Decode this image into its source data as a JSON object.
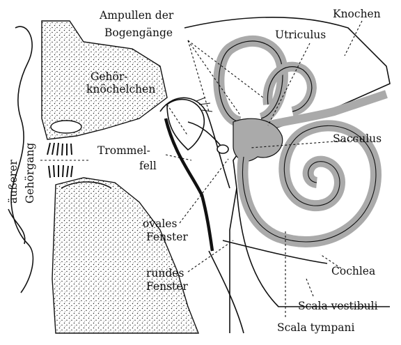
{
  "labels": {
    "ampullen": "Ampullen der",
    "bogengaenge": "Bogengänge",
    "knochen": "Knochen",
    "utriculus": "Utriculus",
    "gehoer1": "Gehör-",
    "gehoer2": "knöchelchen",
    "trommel1": "Trommel-",
    "trommel2": "fell",
    "sacculus": "Sacculus",
    "aeusserer1": "äußerer",
    "aeusserer2": "Gehörgang",
    "ovales1": "ovales",
    "ovales2": "Fenster",
    "rundes1": "rundes",
    "rundes2": "Fenster",
    "cochlea": "Cochlea",
    "scala_vestibuli": "Scala vestibuli",
    "scala_tympani": "Scala tympani"
  }
}
